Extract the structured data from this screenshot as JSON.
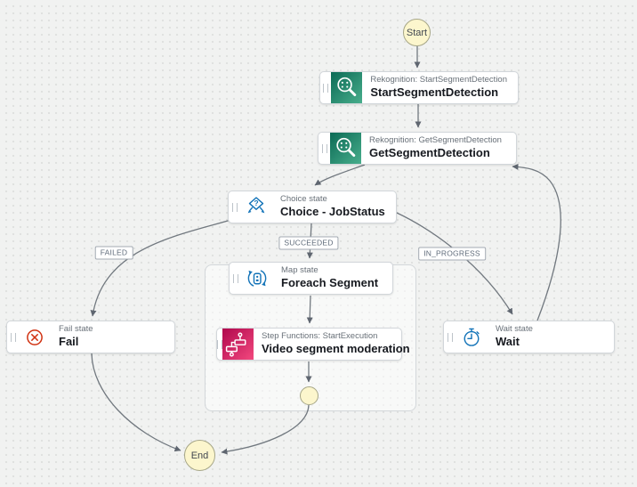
{
  "terminals": {
    "start": "Start",
    "end": "End"
  },
  "states": {
    "start_segment_detection": {
      "kind": "Rekognition: StartSegmentDetection",
      "name": "StartSegmentDetection"
    },
    "get_segment_detection": {
      "kind": "Rekognition: GetSegmentDetection",
      "name": "GetSegmentDetection"
    },
    "choice_jobstatus": {
      "kind": "Choice state",
      "name": "Choice - JobStatus"
    },
    "foreach_segment": {
      "kind": "Map state",
      "name": "Foreach Segment"
    },
    "video_segment_moderation": {
      "kind": "Step Functions: StartExecution",
      "name": "Video segment moderation"
    },
    "fail": {
      "kind": "Fail state",
      "name": "Fail"
    },
    "wait": {
      "kind": "Wait state",
      "name": "Wait"
    }
  },
  "edge_labels": {
    "failed": "FAILED",
    "succeeded": "SUCCEEDED",
    "in_progress": "IN_PROGRESS"
  },
  "icons": {
    "rekognition": "rekognition-magnifier-icon",
    "step_functions": "step-functions-workflow-icon",
    "choice": "choice-branch-icon",
    "map": "map-loop-icon",
    "wait": "stopwatch-icon",
    "fail": "error-x-icon",
    "drag_handle": "drag-handle-icon"
  },
  "colors": {
    "canvas_bg": "#f1f2f1",
    "canvas_dot": "#e0e1e0",
    "rekognition_gradient": [
      "#0b6a55",
      "#48ae8c"
    ],
    "step_functions_gradient": [
      "#b0084d",
      "#f2487e"
    ],
    "flow_blue": "#1273b8",
    "fail_red": "#d13212",
    "terminal_fill": "#fcf6cd",
    "terminal_border": "#a6a687",
    "edge_stroke": "#71787f",
    "box_border": "#d2d6da",
    "kind_text": "#687078",
    "name_text": "#16191f"
  }
}
